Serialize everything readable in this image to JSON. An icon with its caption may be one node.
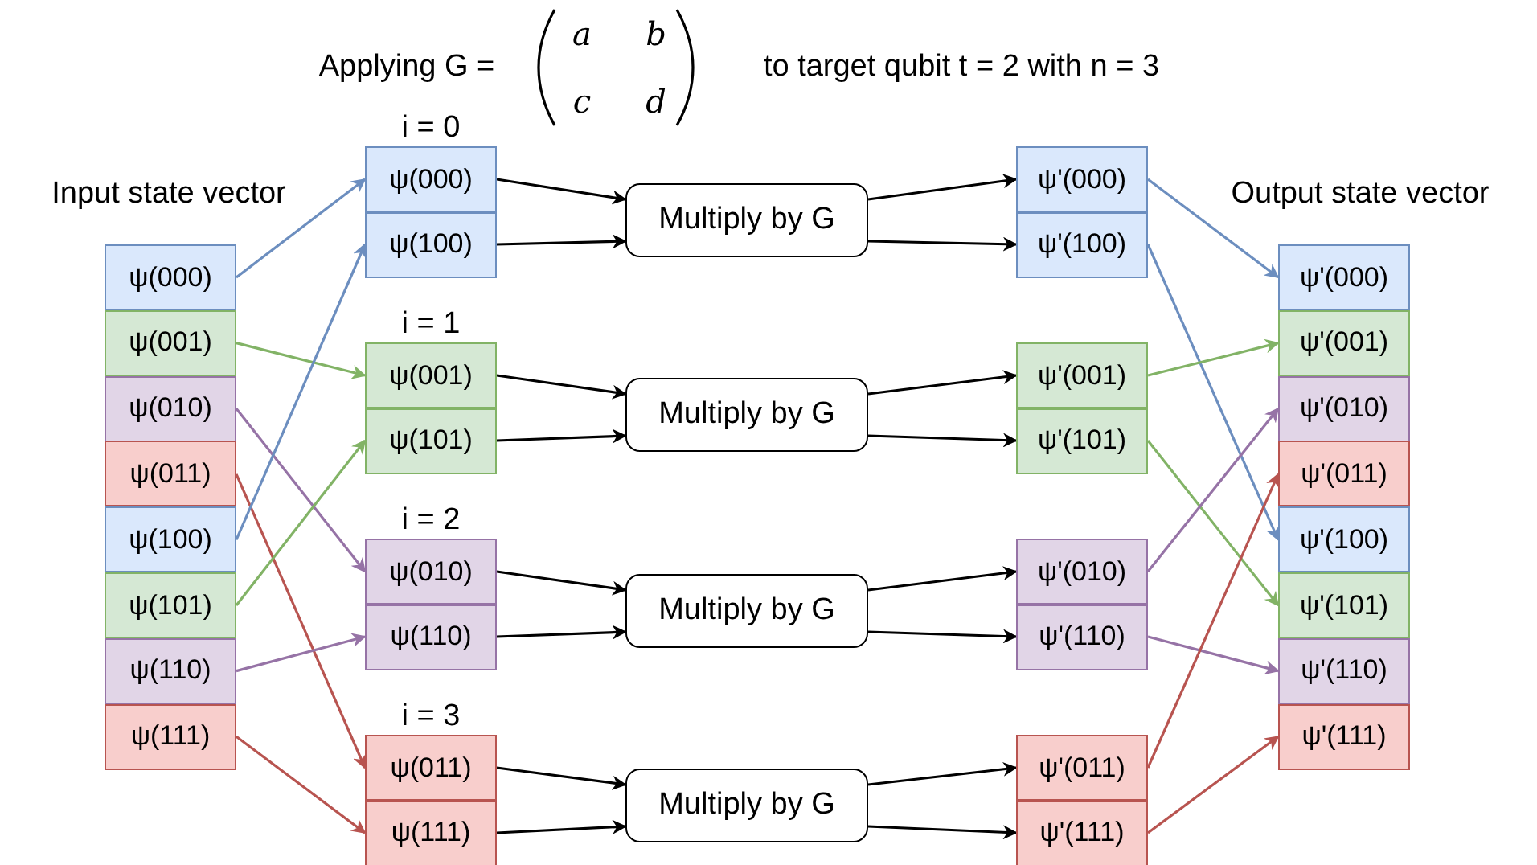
{
  "diagram": {
    "title": "Applying G =",
    "nodes": [
      {
        "text": [
          "ψ(000)"
        ]
      },
      {
        "text": [
          "ψ(001)"
        ]
      },
      {
        "text": [
          "ψ(010)"
        ]
      },
      {
        "text": [
          "ψ(011)"
        ]
      },
      {
        "text": [
          "ψ(100)"
        ]
      },
      {
        "text": [
          "ψ(101)"
        ]
      },
      {
        "text": [
          "ψ(110)"
        ]
      },
      {
        "text": [
          "ψ(111)"
        ]
      },
      {
        "text": [
          "ψ(000)"
        ]
      },
      {
        "text": [
          "ψ(100)"
        ]
      },
      {
        "text": [
          "Multiply by G"
        ]
      },
      {
        "text": [
          "ψ'(000)"
        ]
      },
      {
        "text": [
          "ψ'(100)"
        ]
      },
      {
        "text": [
          "ψ(001)"
        ]
      },
      {
        "text": [
          "ψ(101)"
        ]
      },
      {
        "text": [
          "Multiply by G"
        ]
      },
      {
        "text": [
          "ψ'(001)"
        ]
      },
      {
        "text": [
          "ψ'(101)"
        ]
      },
      {
        "text": [
          "ψ(010)"
        ]
      },
      {
        "text": [
          "ψ(110)"
        ]
      },
      {
        "text": [
          "Multiply by G"
        ]
      },
      {
        "text": [
          "ψ'(010)"
        ]
      },
      {
        "text": [
          "ψ'(110)"
        ]
      },
      {
        "text": [
          "ψ(011)"
        ]
      },
      {
        "text": [
          "ψ(111)"
        ]
      },
      {
        "text": [
          "Multiply by G"
        ]
      },
      {
        "text": [
          "ψ'(011)"
        ]
      },
      {
        "text": [
          "ψ'(111)"
        ]
      },
      {
        "text": [
          "ψ'(000)"
        ]
      },
      {
        "text": [
          "ψ'(001)"
        ]
      },
      {
        "text": [
          "ψ'(010)"
        ]
      },
      {
        "text": [
          "ψ'(011)"
        ]
      },
      {
        "text": [
          "ψ'(100)"
        ]
      },
      {
        "text": [
          "ψ'(101)"
        ]
      },
      {
        "text": [
          "ψ'(110)"
        ]
      },
      {
        "text": [
          "ψ'(111)"
        ]
      }
    ],
    "edges": [
      {
        "from": 0,
        "to": 8,
        "arrow": "to",
        "color": "#6c8ebf"
      },
      {
        "from": 1,
        "to": 13,
        "arrow": "to",
        "color": "#82b366"
      },
      {
        "from": 2,
        "to": 18,
        "arrow": "to",
        "color": "#9673a6"
      },
      {
        "from": 3,
        "to": 23,
        "arrow": "to",
        "color": "#b85450"
      },
      {
        "from": 4,
        "to": 9,
        "arrow": "to",
        "color": "#6c8ebf"
      },
      {
        "from": 5,
        "to": 14,
        "arrow": "to",
        "color": "#82b366"
      },
      {
        "from": 6,
        "to": 19,
        "arrow": "to",
        "color": "#9673a6"
      },
      {
        "from": 7,
        "to": 24,
        "arrow": "to",
        "color": "#b85450"
      },
      {
        "from": 8,
        "to": 10,
        "arrow": "to"
      },
      {
        "from": 9,
        "to": 10,
        "arrow": "to"
      },
      {
        "from": 10,
        "to": 11,
        "arrow": "to"
      },
      {
        "from": 10,
        "to": 12,
        "arrow": "to"
      },
      {
        "from": 13,
        "to": 15,
        "arrow": "to"
      },
      {
        "from": 14,
        "to": 15,
        "arrow": "to"
      },
      {
        "from": 15,
        "to": 16,
        "arrow": "to"
      },
      {
        "from": 15,
        "to": 17,
        "arrow": "to"
      },
      {
        "from": 18,
        "to": 20,
        "arrow": "to"
      },
      {
        "from": 19,
        "to": 20,
        "arrow": "to"
      },
      {
        "from": 20,
        "to": 21,
        "arrow": "to"
      },
      {
        "from": 20,
        "to": 22,
        "arrow": "to"
      },
      {
        "from": 23,
        "to": 25,
        "arrow": "to"
      },
      {
        "from": 24,
        "to": 25,
        "arrow": "to"
      },
      {
        "from": 25,
        "to": 26,
        "arrow": "to"
      },
      {
        "from": 25,
        "to": 27,
        "arrow": "to"
      },
      {
        "from": 11,
        "to": 28,
        "arrow": "to",
        "color": "#6c8ebf"
      },
      {
        "from": 12,
        "to": 32,
        "arrow": "to",
        "color": "#6c8ebf"
      },
      {
        "from": 16,
        "to": 29,
        "arrow": "to",
        "color": "#82b366"
      },
      {
        "from": 17,
        "to": 33,
        "arrow": "to",
        "color": "#82b366"
      },
      {
        "from": 21,
        "to": 30,
        "arrow": "to",
        "color": "#9673a6"
      },
      {
        "from": 22,
        "to": 34,
        "arrow": "to",
        "color": "#9673a6"
      },
      {
        "from": 26,
        "to": 31,
        "arrow": "to",
        "color": "#b85450"
      },
      {
        "from": 27,
        "to": 35,
        "arrow": "to",
        "color": "#b85450"
      }
    ],
    "labels": [
      "a",
      "b",
      "c",
      "d",
      "to target qubit t = 2 with n = 3",
      "Input state vector",
      "Output state vector",
      "i = 0",
      "i = 1",
      "i = 2",
      "i = 3"
    ]
  }
}
